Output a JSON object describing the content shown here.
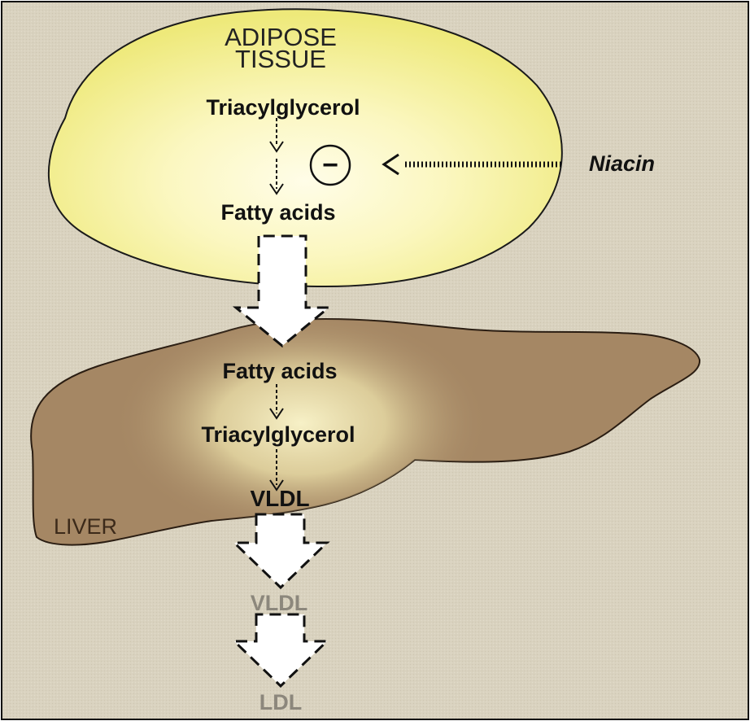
{
  "figure": {
    "adipose_title_line1": "ADIPOSE",
    "adipose_title_line2": "TISSUE",
    "adipose_triacylglycerol": "Triacylglycerol",
    "adipose_fatty_acids": "Fatty acids",
    "inhibition_symbol": "−",
    "drug_label": "Niacin",
    "liver_fatty_acids": "Fatty acids",
    "liver_triacylglycerol": "Triacylglycerol",
    "liver_vldl": "VLDL",
    "liver_label": "LIVER",
    "plasma_vldl": "VLDL",
    "plasma_ldl": "LDL"
  },
  "colors": {
    "background": "#d9d2bf",
    "adipose_fill": "#f3ee8a",
    "adipose_glow": "#fffde8",
    "liver_fill": "#a58764",
    "liver_glow": "#f7f1c7",
    "text_dark": "#111111",
    "text_faded": "#8c877c",
    "liver_label": "#3c2a1a",
    "arrow_white": "#ffffff",
    "frame": "#111111"
  }
}
